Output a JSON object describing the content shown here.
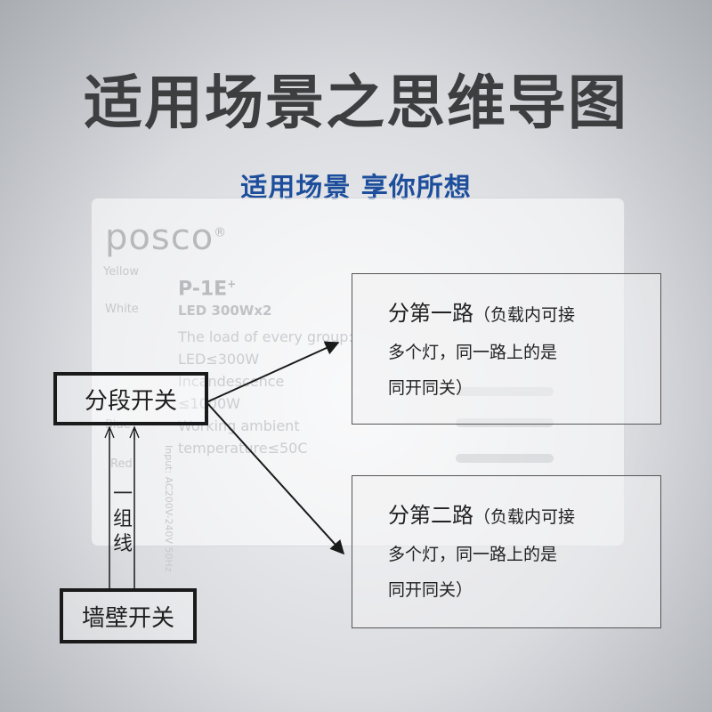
{
  "title": "适用场景之思维导图",
  "subtitle": "适用场景 享你所想",
  "device": {
    "brand": "posco",
    "brand_mark": "®",
    "model": "P-1E",
    "model_sup": "+",
    "rating": "LED 300Wx2",
    "spec_lines": [
      "The load of every group:",
      "LED≤300W",
      "Incandescence",
      "≤1000W",
      "Working ambient",
      "temperature≤50C"
    ],
    "wire_labels": [
      "Yellow",
      "White",
      "Blue",
      "Red"
    ],
    "input_label": "Input: AC200V-240V 50Hz"
  },
  "diagram": {
    "source_box": "分段开关",
    "wall_box": "墙壁开关",
    "wire_label": "一组线",
    "route1": {
      "head": "分第一路",
      "note": "（负载内可接",
      "line2": "多个灯，同一路上的是",
      "line3": "同开同关）"
    },
    "route2": {
      "head": "分第二路",
      "note": "（负载内可接",
      "line2": "多个灯，同一路上的是",
      "line3": "同开同关）"
    }
  },
  "colors": {
    "title": "#3d3e40",
    "subtitle": "#1d4e9c",
    "line": "#1a1a1a"
  }
}
